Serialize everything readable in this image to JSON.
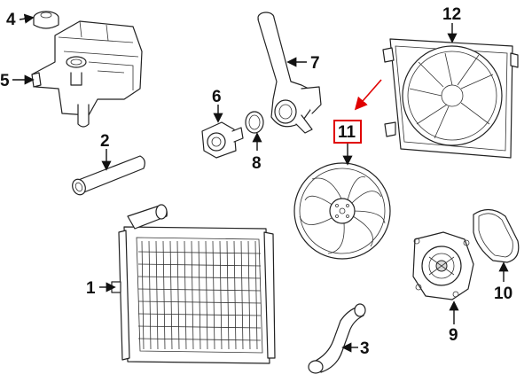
{
  "callouts": {
    "c1": "1",
    "c2": "2",
    "c3": "3",
    "c4": "4",
    "c5": "5",
    "c6": "6",
    "c7": "7",
    "c8": "8",
    "c9": "9",
    "c10": "10",
    "c11": "11",
    "c12": "12"
  },
  "colors": {
    "highlight_box": "#e00000",
    "highlight_arrow": "#e00000",
    "line": "#222222"
  }
}
